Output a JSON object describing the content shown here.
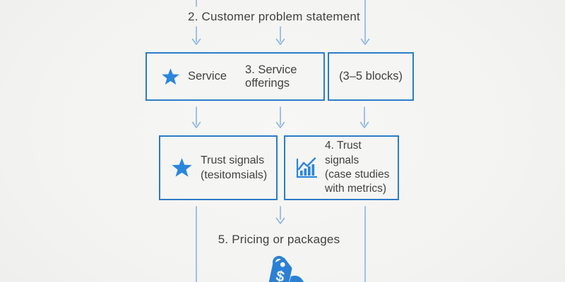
{
  "diagram": {
    "step2": {
      "label": "2. Customer problem statement"
    },
    "service_box": {
      "icon_caption": "Service",
      "label": "3. Service offerings",
      "note": "(3–5 blocks)"
    },
    "trust_left_box": {
      "line1": "Trust signals",
      "line2": "(tesitomsials)"
    },
    "trust_right_box": {
      "line1": "4. Trust signals",
      "line2": "(case studies",
      "line3": "with metrics)"
    },
    "step5": {
      "label": "5. Pricing or packages"
    },
    "price_tag": {
      "symbol": "$"
    }
  },
  "icons": {
    "service": "star-icon",
    "trust_left": "star-icon",
    "trust_right": "bar-chart-icon",
    "pricing": "price-tag-icon"
  },
  "colors": {
    "box_border": "#2b7cc7",
    "arrow_blue": "#89b4e4",
    "icon_blue": "#2a86dd",
    "text": "#414141",
    "background": "#f2f2f0"
  }
}
